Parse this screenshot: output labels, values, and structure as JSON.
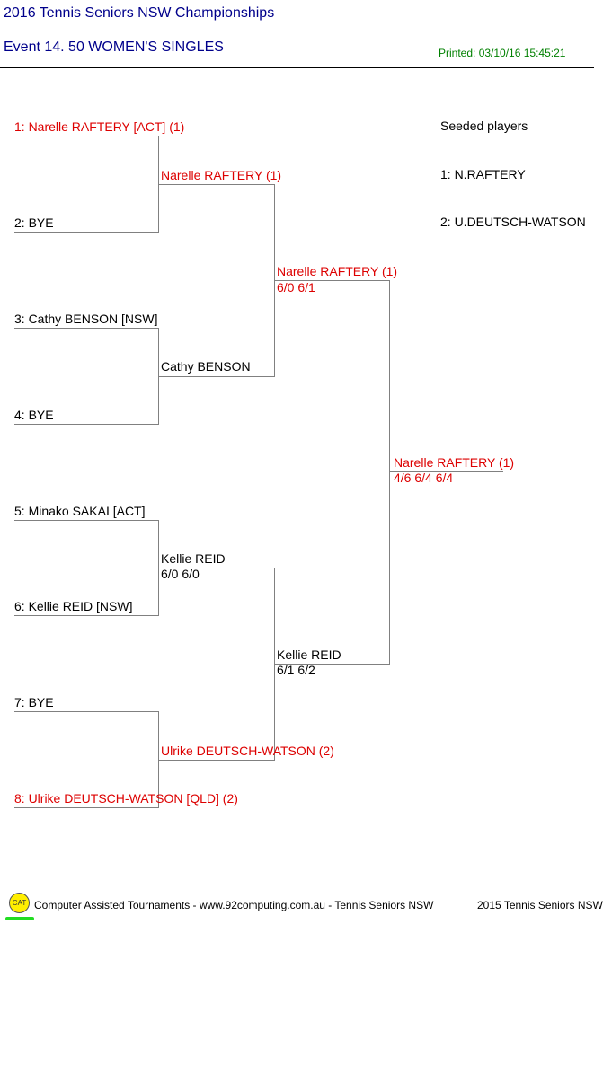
{
  "header": {
    "title": "2016 Tennis Seniors NSW Championships",
    "event": "Event 14. 50 WOMEN'S SINGLES",
    "printed": "Printed: 03/10/16 15:45:21"
  },
  "seeds": {
    "heading": "Seeded players",
    "list": [
      "1: N.RAFTERY",
      "2: U.DEUTSCH-WATSON"
    ]
  },
  "round1": [
    "1: Narelle RAFTERY [ACT] (1)",
    "2: BYE",
    "3: Cathy BENSON [NSW]",
    "4: BYE",
    "5: Minako SAKAI [ACT]",
    "6: Kellie REID [NSW]",
    "7: BYE",
    "8: Ulrike DEUTSCH-WATSON [QLD] (2)"
  ],
  "round2": [
    {
      "name": "Narelle RAFTERY (1)",
      "score": ""
    },
    {
      "name": "Cathy BENSON",
      "score": ""
    },
    {
      "name": "Kellie REID",
      "score": "6/0 6/0"
    },
    {
      "name": "Ulrike DEUTSCH-WATSON (2)",
      "score": ""
    }
  ],
  "semifinal": [
    {
      "name": "Narelle RAFTERY (1)",
      "score": "6/0 6/1"
    },
    {
      "name": "Kellie REID",
      "score": "6/1 6/2"
    }
  ],
  "final": {
    "name": "Narelle RAFTERY (1)",
    "score": "4/6 6/4 6/4"
  },
  "footer": {
    "logo": "CAT",
    "credit": "Computer Assisted Tournaments - www.92computing.com.au -  Tennis Seniors NSW",
    "copyright": "2015 Tennis Seniors NSW"
  },
  "colors": {
    "header": "#00008b",
    "printed": "#008000",
    "seeded": "#dd0000",
    "lines": "#808080"
  }
}
